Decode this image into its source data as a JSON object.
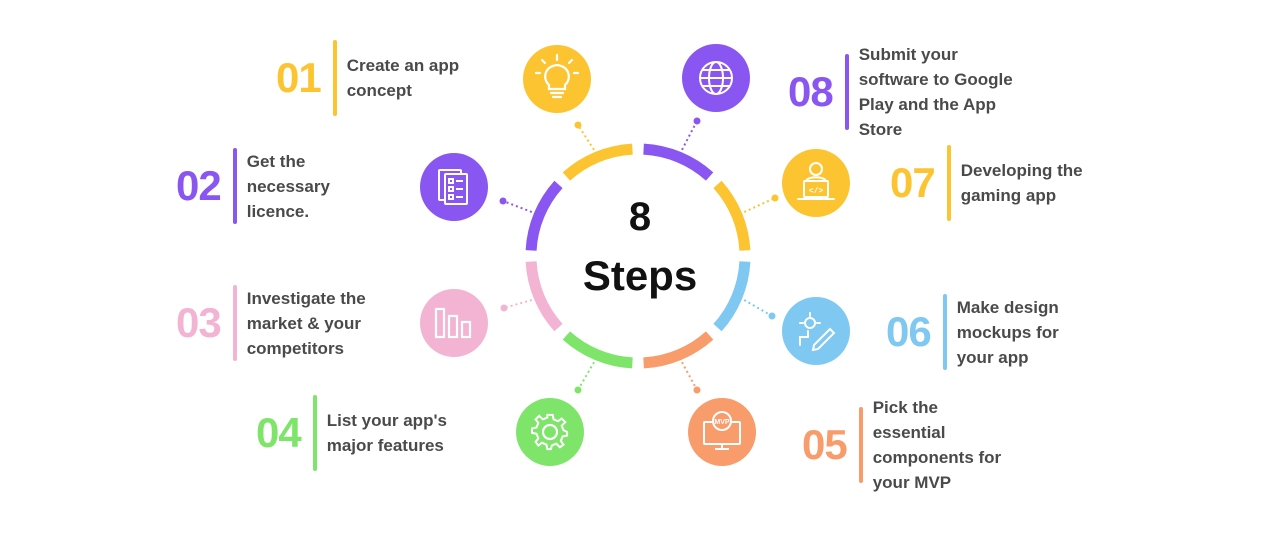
{
  "center": {
    "line1": "8",
    "line2": "Steps"
  },
  "colors": {
    "yellow": "#fcc430",
    "purple": "#8a56f2",
    "pink": "#f3b4d3",
    "green": "#7fe56a",
    "orange": "#f89c6c",
    "blue": "#7ec8f2",
    "text": "#4a4a4a"
  },
  "steps": [
    {
      "number": "01",
      "lines": [
        "Create an app",
        "concept"
      ],
      "icon": "lightbulb-icon",
      "color": "#fcc430"
    },
    {
      "number": "02",
      "lines": [
        "Get the",
        "necessary",
        "licence."
      ],
      "icon": "checklist-icon",
      "color": "#8a56f2"
    },
    {
      "number": "03",
      "lines": [
        "Investigate the",
        "market & your",
        "competitors"
      ],
      "icon": "bar-chart-icon",
      "color": "#f3b4d3"
    },
    {
      "number": "04",
      "lines": [
        "List your app's",
        "major features"
      ],
      "icon": "gear-icon",
      "color": "#7fe56a"
    },
    {
      "number": "05",
      "lines": [
        "Pick the",
        "essential",
        "components for",
        "your MVP"
      ],
      "icon": "mvp-monitor-icon",
      "color": "#f89c6c"
    },
    {
      "number": "06",
      "lines": [
        "Make design",
        "mockups for",
        "your app"
      ],
      "icon": "design-pencil-icon",
      "color": "#7ec8f2"
    },
    {
      "number": "07",
      "lines": [
        "Developing the",
        "gaming app"
      ],
      "icon": "developer-icon",
      "color": "#fcc430"
    },
    {
      "number": "08",
      "lines": [
        "Submit your",
        "software to Google",
        "Play and the App",
        "Store"
      ],
      "icon": "globe-icon",
      "color": "#8a56f2"
    }
  ]
}
